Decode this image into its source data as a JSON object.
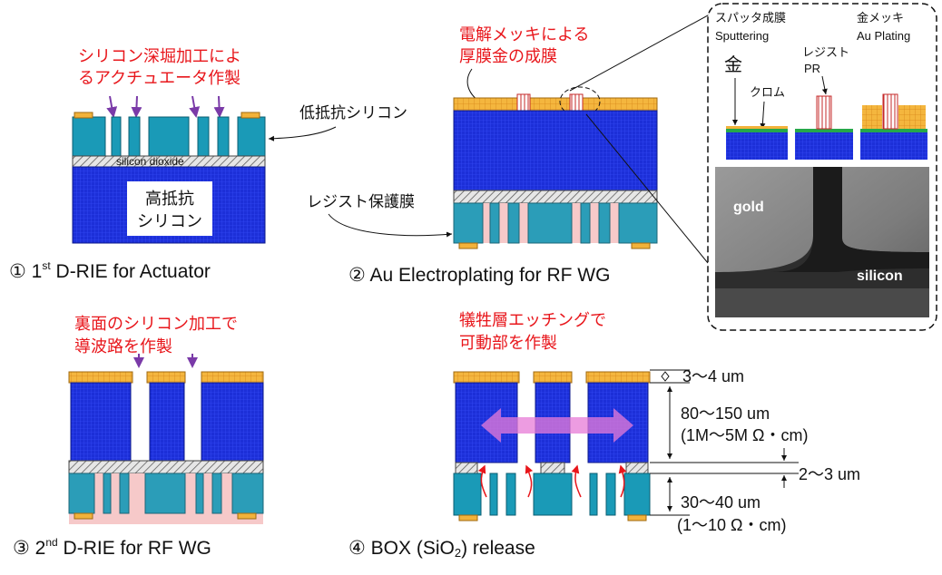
{
  "colors": {
    "accent_red": "#e8161b",
    "arrow_purple": "#7a3aa8",
    "soi_teal": "#1a9ab7",
    "soi_blue": "#1c2fd8",
    "gold": "#f2b23a",
    "resist_pink": "#f6c9c9",
    "oxide_gray": "#9a9a9a"
  },
  "panel1": {
    "note_line1": "シリコン深堀加工によ",
    "note_line2": "るアクチュエータ作製",
    "low_res_label": "低抵抗シリコン",
    "oxide_label": "silicon dioxide",
    "high_res_line1": "高抵抗",
    "high_res_line2": "シリコン",
    "caption": "① 1",
    "caption_sup": "st",
    "caption_rest": "  D-RIE for Actuator"
  },
  "panel2": {
    "note_line1": "電解メッキによる",
    "note_line2": "厚膜金の成膜",
    "resist_label": "レジスト保護膜",
    "caption": "② Au Electroplating for RF WG"
  },
  "inset": {
    "sputter_jp": "スパッタ成膜",
    "sputter_en": "Sputtering",
    "gold_char": "金",
    "chrome": "クロム",
    "resist_jp": "レジスト",
    "resist_en": "PR",
    "plating_jp": "金メッキ",
    "plating_en": "Au Plating",
    "photo_gold": "gold",
    "photo_silicon": "silicon"
  },
  "panel3": {
    "note_line1": "裏面のシリコン加工で",
    "note_line2": "導波路を作製",
    "caption": "③ 2",
    "caption_sup": "nd",
    "caption_rest": " D-RIE for RF WG"
  },
  "panel4": {
    "note_line1": "犠牲層エッチングで",
    "note_line2": "可動部を作製",
    "dim_gold": "3～4 um",
    "dim_top": "80～150 um",
    "dim_top_res": "(1M～5M Ω・cm)",
    "dim_box": "2～3 um",
    "dim_bottom": "30～40 um",
    "dim_bottom_res": "(1～10 Ω・cm)",
    "caption": "④ BOX (SiO",
    "caption_sub": "2",
    "caption_rest": ") release"
  }
}
